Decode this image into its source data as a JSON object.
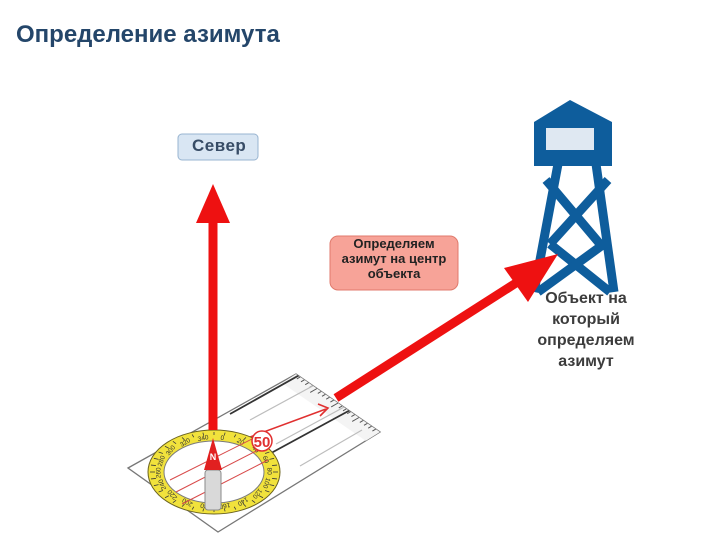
{
  "title": "Определение азимута",
  "north_label": "Север",
  "azimuth_note": "Определяем азимут на центр объекта",
  "object_label": "Объект на который определяем азимут",
  "compass": {
    "bearing_badge": "50",
    "needle_letter": "N",
    "dial_numbers": [
      "20",
      "0",
      "340",
      "320",
      "300",
      "280",
      "260",
      "240",
      "220",
      "200",
      "180",
      "160",
      "140",
      "120",
      "100",
      "80",
      "60",
      "40"
    ]
  },
  "colors": {
    "title": "#24466a",
    "arrow": "#ee1111",
    "tower": "#0e5d9c",
    "north_box": "#d9e6f3",
    "note_box": "#f7a398",
    "dial": "#f1e23c"
  }
}
